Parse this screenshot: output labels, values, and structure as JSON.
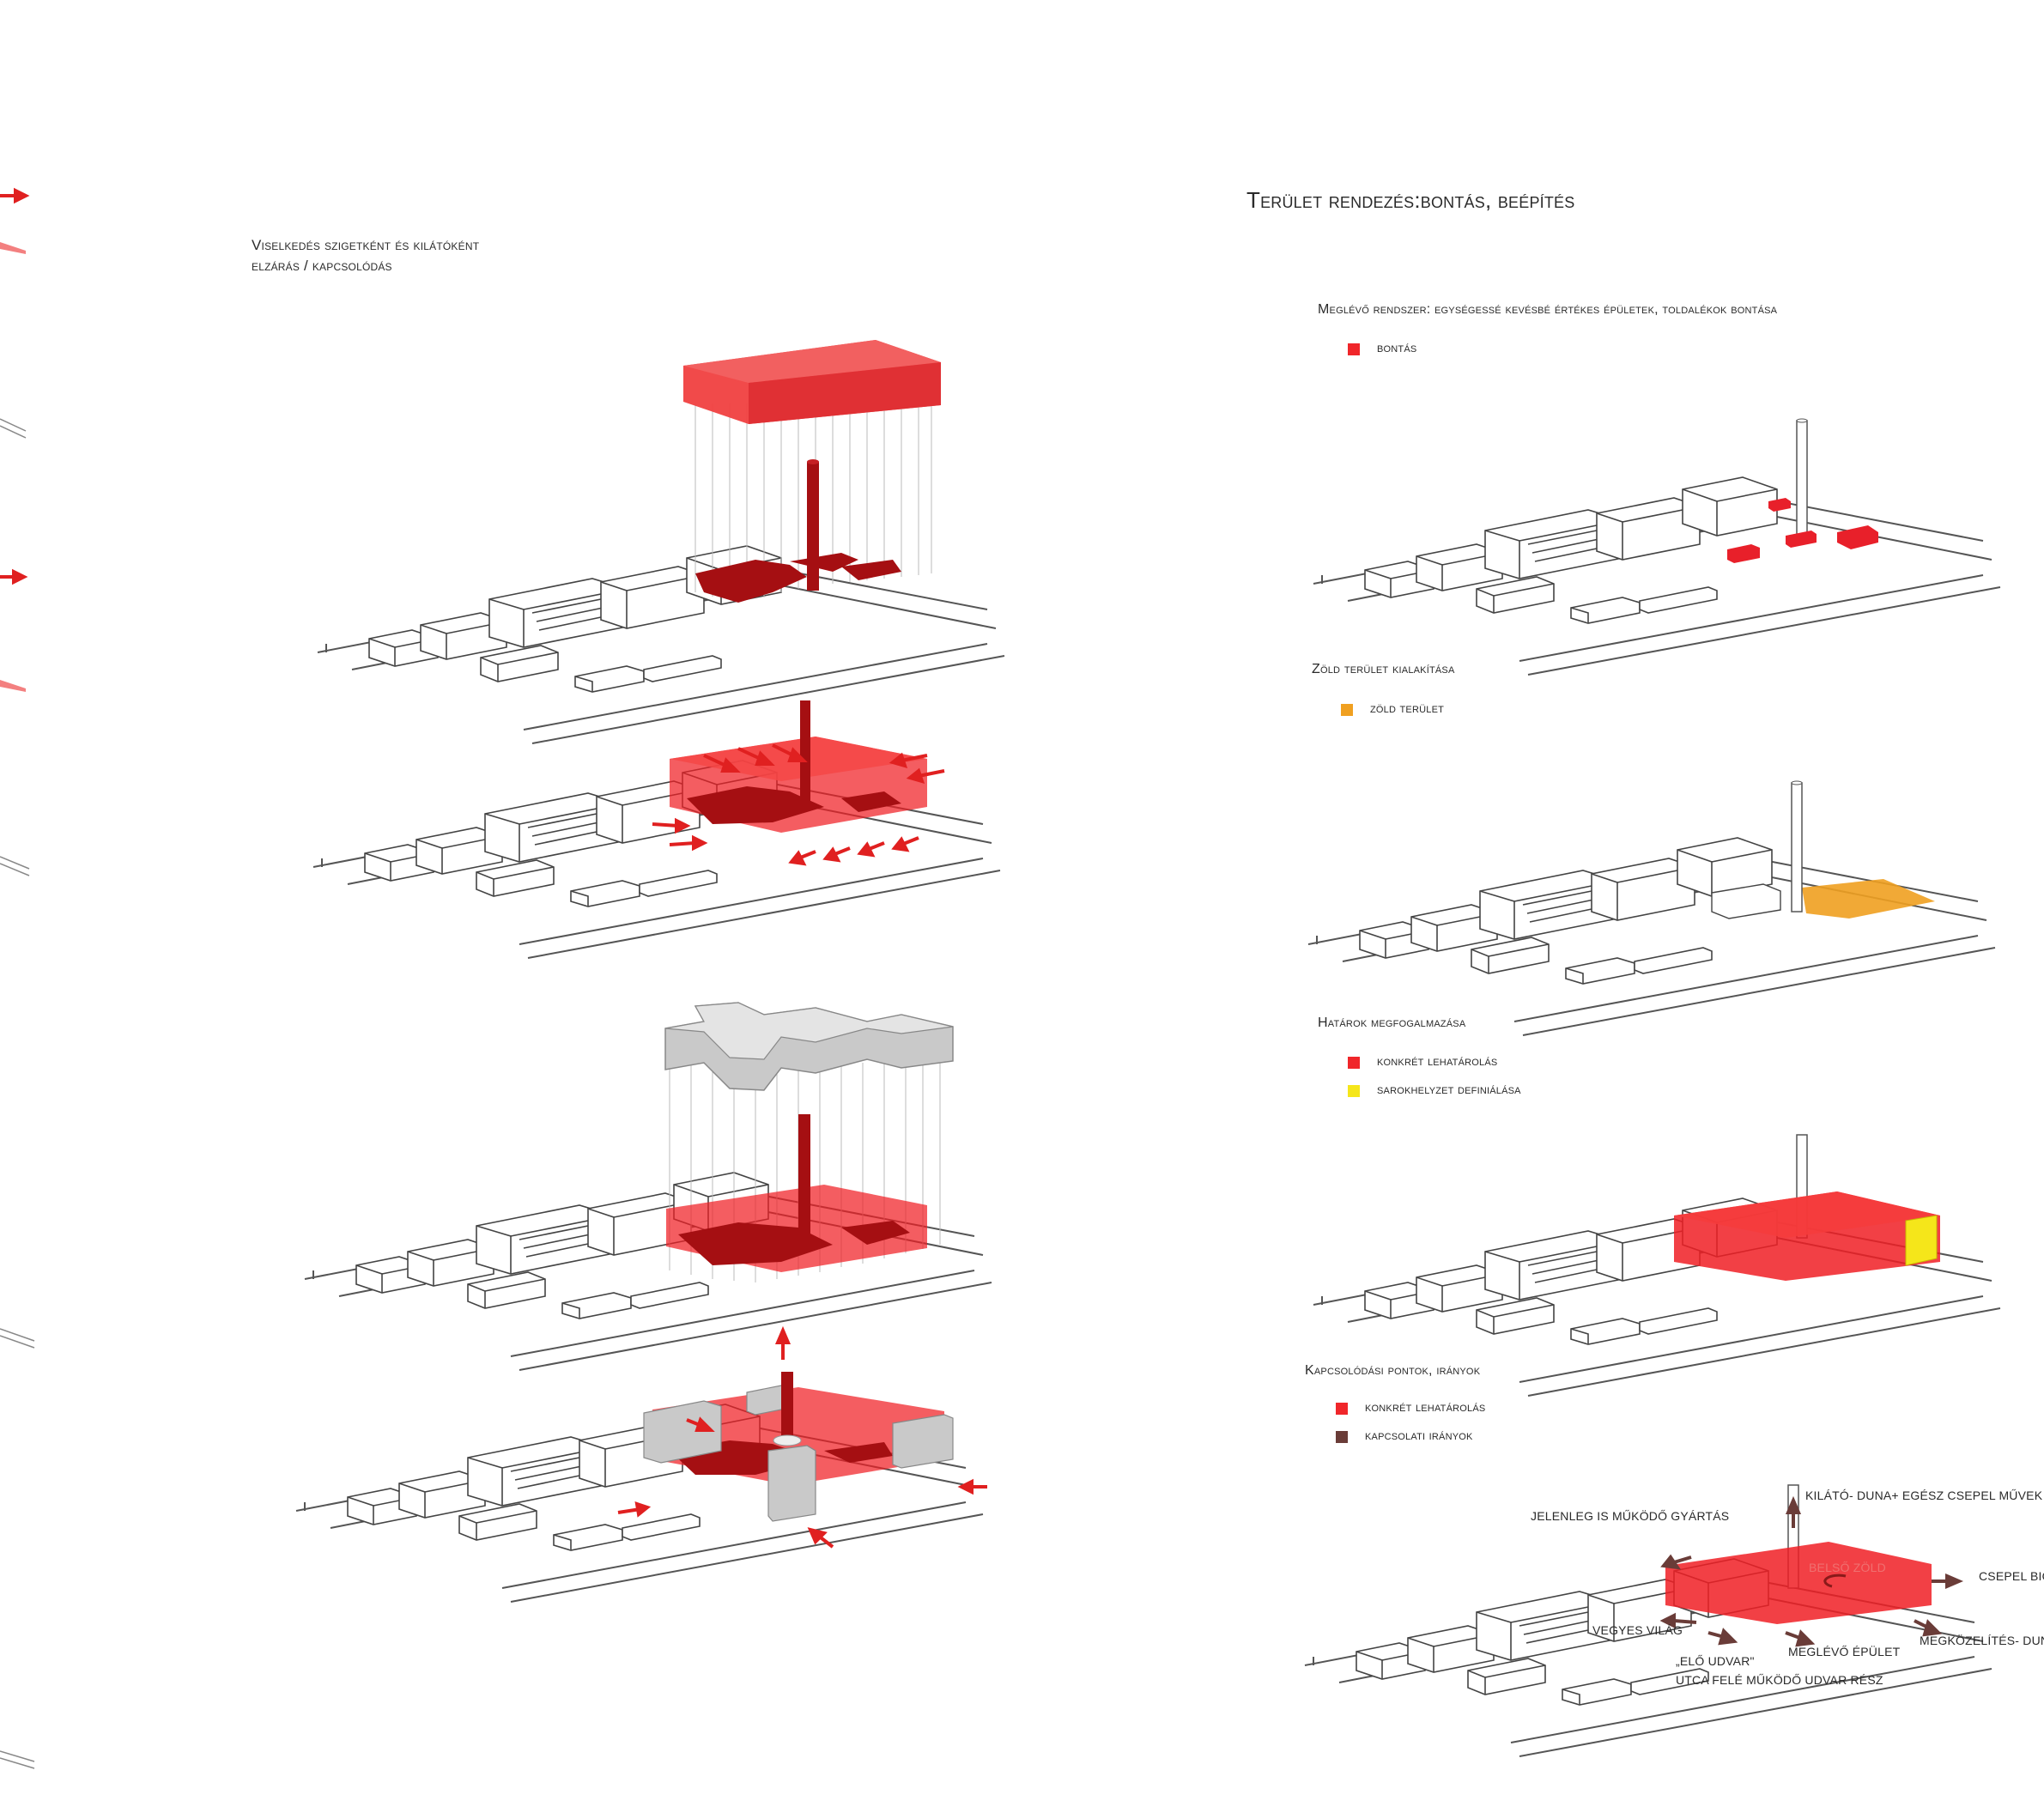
{
  "colors": {
    "red": "#f0262a",
    "red_translucent": "rgba(240,30,36,0.72)",
    "dark_red": "#a50f12",
    "orange": "#f0a020",
    "yellow": "#f5e61a",
    "brown": "#6a3c38",
    "grey_block": "#c9c9c9"
  },
  "left": {
    "title_line1": "Viselkedés szigetként és kilátóként",
    "title_line2": "elzárás / kapcsolódás"
  },
  "right": {
    "title": "Terület rendezés:bontás, beépítés",
    "sections": [
      {
        "heading": "Meglévő rendszer: egységessé kevésbé értékes épületek, toldalékok bontása",
        "legend": [
          {
            "label": "bontás",
            "color": "#f0262a"
          }
        ]
      },
      {
        "heading": "Zöld terület kialakítása",
        "legend": [
          {
            "label": "zöld terület",
            "color": "#f0a020"
          }
        ]
      },
      {
        "heading": "Határok megfogalmazása",
        "legend": [
          {
            "label": "konkrét lehatárolás",
            "color": "#f0262a"
          },
          {
            "label": "sarokhelyzet definiálása",
            "color": "#f5e61a"
          }
        ]
      },
      {
        "heading": "Kapcsolódási pontok, irányok",
        "legend": [
          {
            "label": "konkrét lehatárolás",
            "color": "#f0262a"
          },
          {
            "label": "kapcsolati irányok",
            "color": "#6a3c38"
          }
        ]
      }
    ],
    "annotations": {
      "current_production": "JELENLEG IS MŰKÖDŐ GYÁRTÁS",
      "lookout": "KILÁTÓ- DUNA+ EGÉSZ CSEPEL MŰVEK",
      "inner_green": "BELSŐ ZÖLD",
      "csepel": "CSEPEL BIO",
      "mixed_world": "VEGYES VILÁG",
      "approach": "MEGKÖZELÍTÉS- DUNA",
      "existing_building": "MEGLÉVŐ ÉPÜLET",
      "front_yard": "„ELŐ UDVAR\"",
      "street_yard": "UTCA FELÉ MŰKÖDŐ UDVAR RÉSZ"
    }
  }
}
